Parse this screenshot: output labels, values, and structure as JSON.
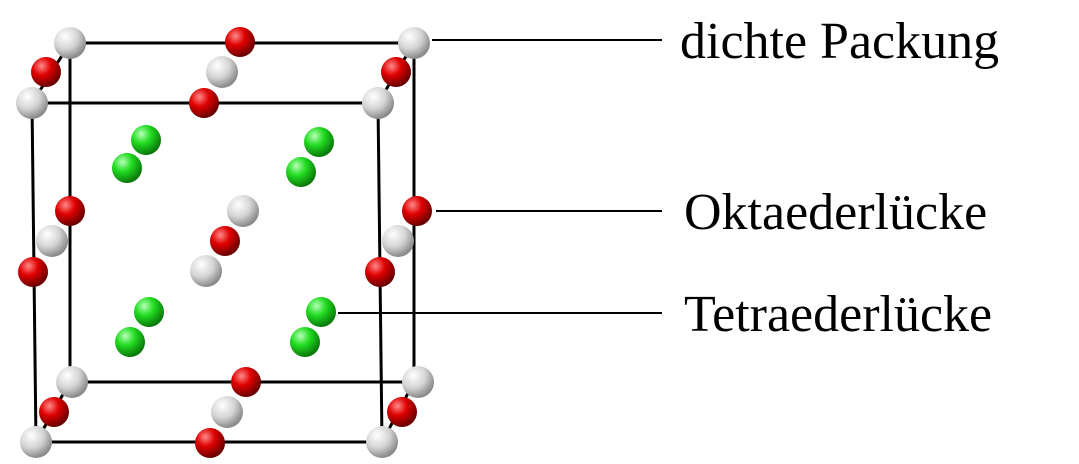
{
  "legend": {
    "dense_packing": "dichte Packung",
    "octahedral_hole": "Oktaederlücke",
    "tetrahedral_hole": "Tetraederlücke"
  },
  "colors": {
    "dense_packing_atom": "#d8d8d8",
    "octahedral_atom": "#e00000",
    "tetrahedral_atom": "#22cc22",
    "edge": "#000000",
    "background": "#ffffff"
  },
  "atom_counts": {
    "dense_packing": 14,
    "octahedral": 13,
    "tetrahedral": 8
  }
}
